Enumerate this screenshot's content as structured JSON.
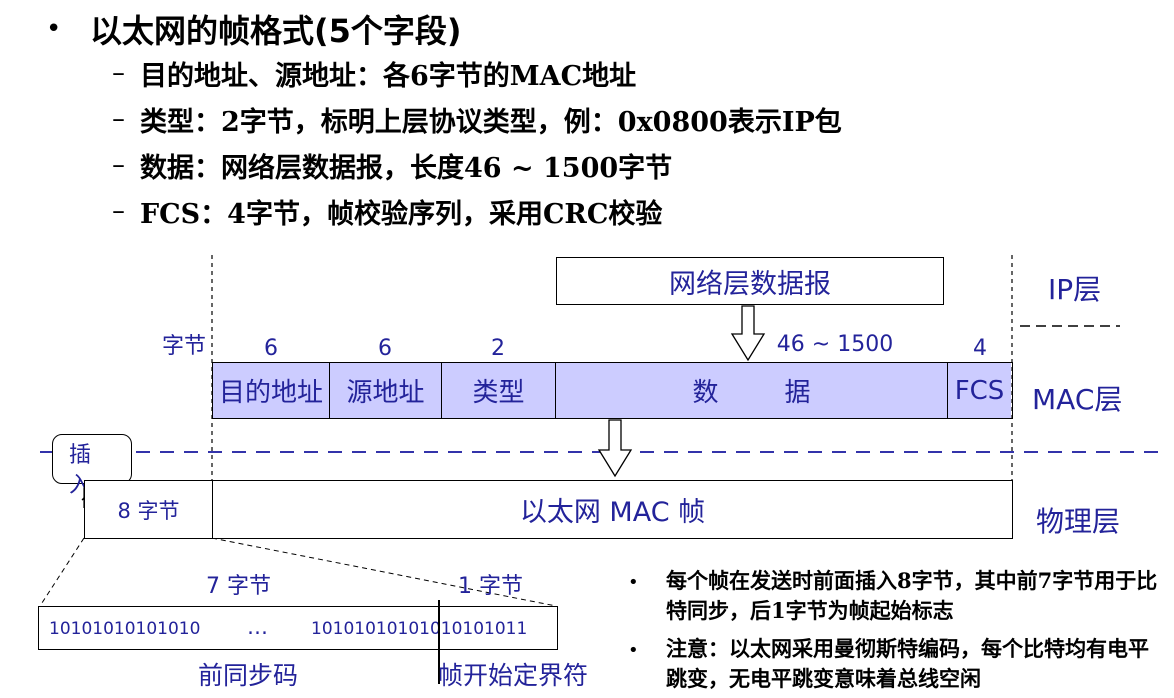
{
  "slide": {
    "title": "以太网的帧格式(5个字段)",
    "items": [
      "目的地址、源地址：各6字节的MAC地址",
      "类型：2字节，标明上层协议类型，例：0x0800表示IP包",
      "数据：网络层数据报，长度46 ~ 1500字节",
      "FCS：4字节，帧校验序列，采用CRC校验"
    ]
  },
  "diagram": {
    "ip_datagram": "网络层数据报",
    "bytes_label": "字节",
    "counts": {
      "dst": "6",
      "src": "6",
      "type": "2",
      "data": "46 ~ 1500",
      "fcs": "4"
    },
    "fields": {
      "dst": "目的地址",
      "src": "源地址",
      "type": "类型",
      "data": "数        据",
      "fcs": "FCS"
    },
    "layers": {
      "ip": "IP层",
      "mac": "MAC层",
      "phy": "物理层"
    },
    "insert_callout": "插入",
    "preamble_bytes": "8 字节",
    "mac_frame": "以太网 MAC 帧",
    "seven_bytes": "7 字节",
    "one_byte": "1 字节",
    "preamble_bits_left": "10101010101010",
    "ellipsis": "…",
    "preamble_bits_right": "10101010101010101011",
    "preamble_label": "前同步码",
    "sfd_label": "帧开始定界符"
  },
  "notes": [
    "每个帧在发送时前面插入8字节，其中前7字节用于比特同步，后1字节为帧起始标志",
    "注意：以太网采用曼彻斯特编码，每个比特均有电平跳变，无电平跳变意味着总线空闲"
  ],
  "colors": {
    "label_blue": "#23239a",
    "field_fill": "#ccccff",
    "dash_line": "#3333aa"
  }
}
